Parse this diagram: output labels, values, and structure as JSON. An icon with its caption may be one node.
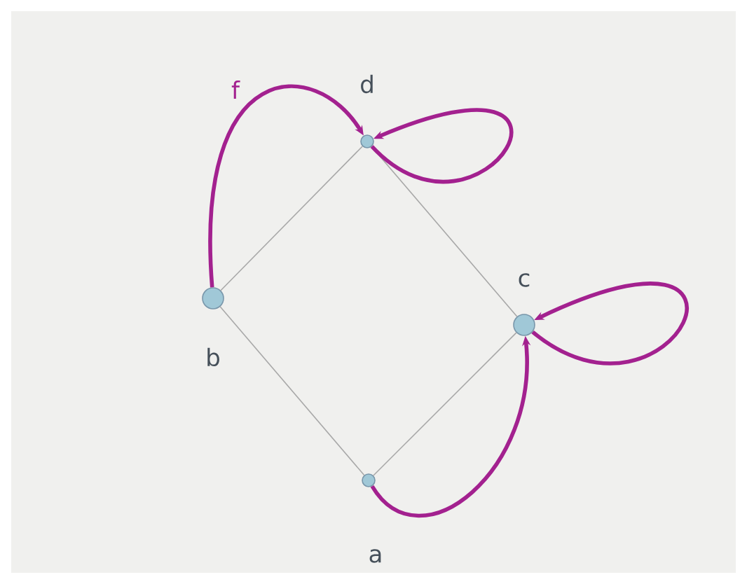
{
  "diagram": {
    "nodes": [
      {
        "text": [],
        "shape": "circle",
        "beside": [
          "d"
        ]
      },
      {
        "text": [],
        "shape": "circle",
        "beside": [
          "b"
        ]
      },
      {
        "text": [],
        "shape": "circle",
        "beside": [
          "c"
        ]
      },
      {
        "text": [],
        "shape": "circle",
        "beside": [
          "a"
        ]
      }
    ],
    "edges": [
      {
        "from": 1,
        "to": 0,
        "arrow": "none",
        "color": "#a8a8a8"
      },
      {
        "from": 0,
        "to": 2,
        "arrow": "none",
        "color": "#a8a8a8"
      },
      {
        "from": 1,
        "to": 3,
        "arrow": "none",
        "color": "#a8a8a8"
      },
      {
        "from": 3,
        "to": 2,
        "arrow": "none",
        "color": "#a8a8a8"
      },
      {
        "from": 1,
        "to": 0,
        "arrow": "to",
        "label": "f",
        "style": "thick",
        "color": "#a3218f"
      },
      {
        "from": 0,
        "to": 0,
        "arrow": "to",
        "style": "thick",
        "color": "#a3218f"
      },
      {
        "from": 2,
        "to": 2,
        "arrow": "to",
        "style": "thick",
        "color": "#a3218f"
      },
      {
        "from": 3,
        "to": 2,
        "arrow": "to",
        "style": "thick",
        "color": "#a3218f"
      }
    ]
  }
}
